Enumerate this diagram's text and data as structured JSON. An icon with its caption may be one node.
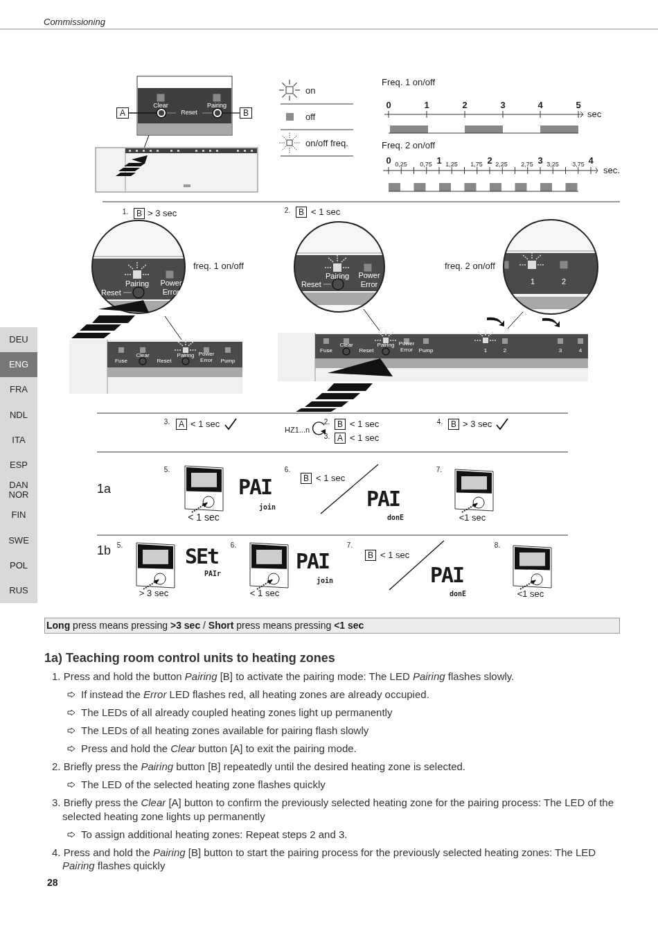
{
  "diagram": {
    "nodes": [
      {
        "text": [
          "A"
        ]
      },
      {
        "text": [],
        "shape": "circle"
      },
      {
        "text": [
          "B"
        ]
      },
      {
        "text": [],
        "shape": "circle"
      }
    ],
    "edges": [
      {
        "from": 0,
        "to": 1,
        "arrow": "none"
      },
      {
        "from": 2,
        "to": 3,
        "arrow": "none"
      }
    ],
    "labels": [
      "Commissioning",
      "Clear",
      "Pairing",
      "Reset",
      "Freq. 1 on/off",
      "0",
      "1",
      "2",
      "3",
      "4",
      "5",
      "sec",
      "Freq. 2 on/off",
      "0",
      "0,25",
      "0,75",
      "1",
      "1,25",
      "1,75",
      "2",
      "2,25",
      "2,75",
      "3",
      "3,25",
      "3,75",
      "4",
      "sec.",
      "1.",
      "B",
      "> 3 sec",
      "freq. 1 on/off",
      "Pairing",
      "Power Error",
      "Reset",
      "Fuse",
      "Clear",
      "Pairing",
      "Power Error",
      "Reset",
      "Pump",
      "2.",
      "B",
      "< 1 sec",
      "freq. 2 on/off",
      "Pairing",
      "Power Error",
      "Reset",
      "1",
      "2",
      "Fuse",
      "Clear",
      "Pairing",
      "Power Error",
      "Reset",
      "Pump",
      "1",
      "2",
      "3",
      "4",
      "3.",
      "A",
      "< 1 sec",
      "HZ1...n",
      "2.",
      "B",
      "< 1 sec",
      "3.",
      "A",
      "< 1 sec",
      "4.",
      "B",
      "> 3 sec",
      "1a",
      "5.",
      "PAI",
      "join",
      "< 1 sec",
      "6.",
      "B",
      "< 1 sec",
      "PAI",
      "donE",
      "7.",
      "<1 sec",
      "1b",
      "5.",
      "SEt",
      "PAIr",
      "> 3 sec",
      "6.",
      "PAI",
      "join",
      "< 1 sec",
      "7.",
      "B",
      "< 1 sec",
      "PAI",
      "donE",
      "8.",
      "<1 sec",
      "**Long** press means pressing **>3 sec** / **Short** press means pressing **<1 sec**",
      "1a) Teaching room control units to heating zones",
      "1. Press and hold the button *Pairing* [B] to activate the pairing mode: The LED *Pairing* flashes slowly.",
      "If instead the *Error* LED flashes red, all heating zones are already occupied.",
      "The LEDs of all already coupled heating zones light up permanently",
      "The LEDs of all heating zones available for pairing flash slowly",
      "Press and hold the *Clear* button [A] to exit the pairing mode.",
      "2. Briefly press the *Pairing* button [B] repeatedly until the desired heating zone is selected.",
      "The LED of the selected heating zone flashes quickly",
      "3. Briefly press the *Clear* [A] button to confirm the previously selected heating zone for the pairing process: The LED of the selected heating zone lights up permanently",
      "To assign additional heating zones: Repeat steps 2 and 3.",
      "4. Press and hold the *Pairing* [B] button to start the pairing process for the previously selected heating zones: The LED *Pairing* flashes quickly",
      "28",
      "DEU",
      "ENG",
      "FRA",
      "NDL",
      "ITA",
      "ESP",
      "DAN NOR",
      "FIN",
      "SWE",
      "POL",
      "RUS"
    ],
    "legend": [
      {
        "text": "on"
      },
      {
        "text": "off",
        "color": "#8c8c8c"
      },
      {
        "text": "on/off freq."
      }
    ]
  }
}
